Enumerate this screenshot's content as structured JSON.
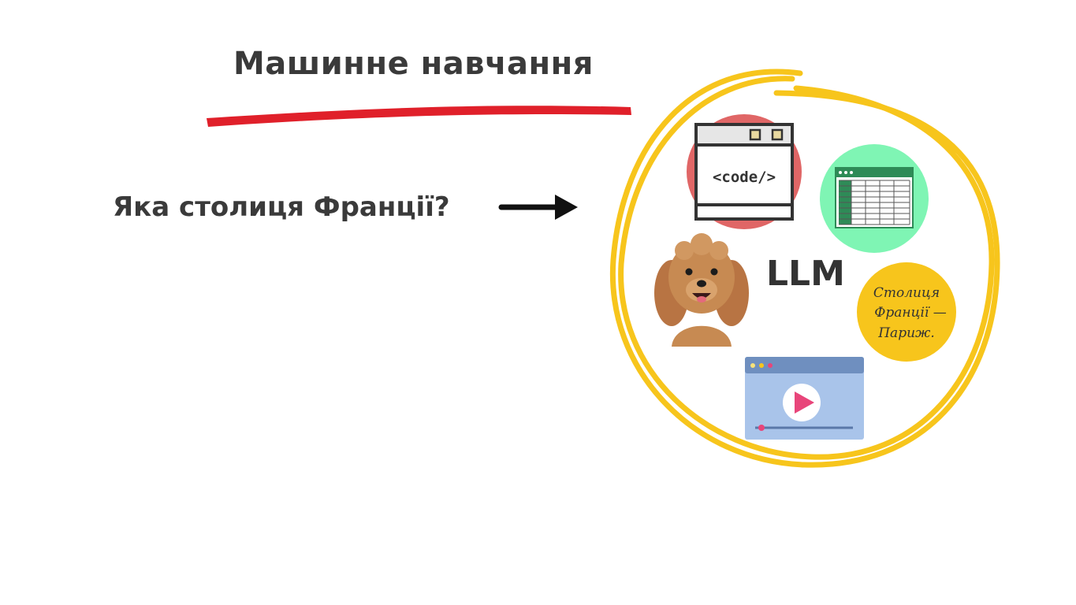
{
  "slide": {
    "title": "Машинне навчання",
    "question": "Яка столиця Франції?",
    "model_label": "LLM"
  },
  "icons": {
    "code_window": {
      "text": "<code/>",
      "circle_color": "#e06666"
    },
    "spreadsheet": {
      "circle_color": "#7ff5b4",
      "header_color": "#2e8b57"
    },
    "dog_photo": {
      "fur_color": "#c0804a"
    },
    "answer_bubble": {
      "lines": [
        "Столиця",
        "Франції —",
        "Париж."
      ],
      "color": "#f7c51c"
    },
    "video_player": {
      "frame_color": "#8fb1df",
      "play_color": "#e8457a"
    }
  },
  "colors": {
    "underline": "#e0202a",
    "ring": "#f7c51c",
    "arrow": "#111111",
    "text": "#3a3a3a"
  }
}
